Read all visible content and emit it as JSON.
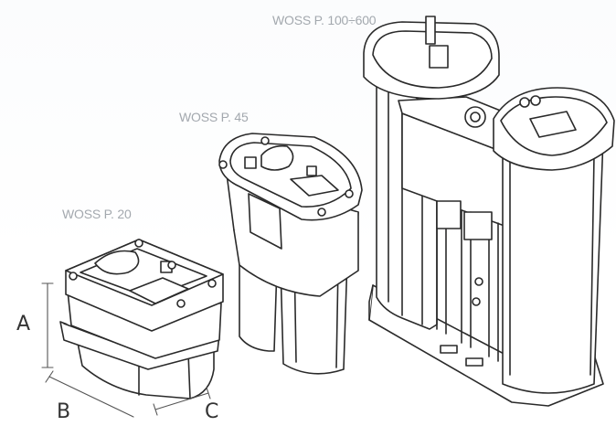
{
  "models": {
    "large": "WOSS P. 100÷600",
    "medium": "WOSS P. 45",
    "small": "WOSS P. 20"
  },
  "dimensions": {
    "a": "A",
    "b": "B",
    "c": "C"
  },
  "colors": {
    "outline": "#2a2a2a",
    "label": "#a3a8ae",
    "dimension": "#333333"
  }
}
